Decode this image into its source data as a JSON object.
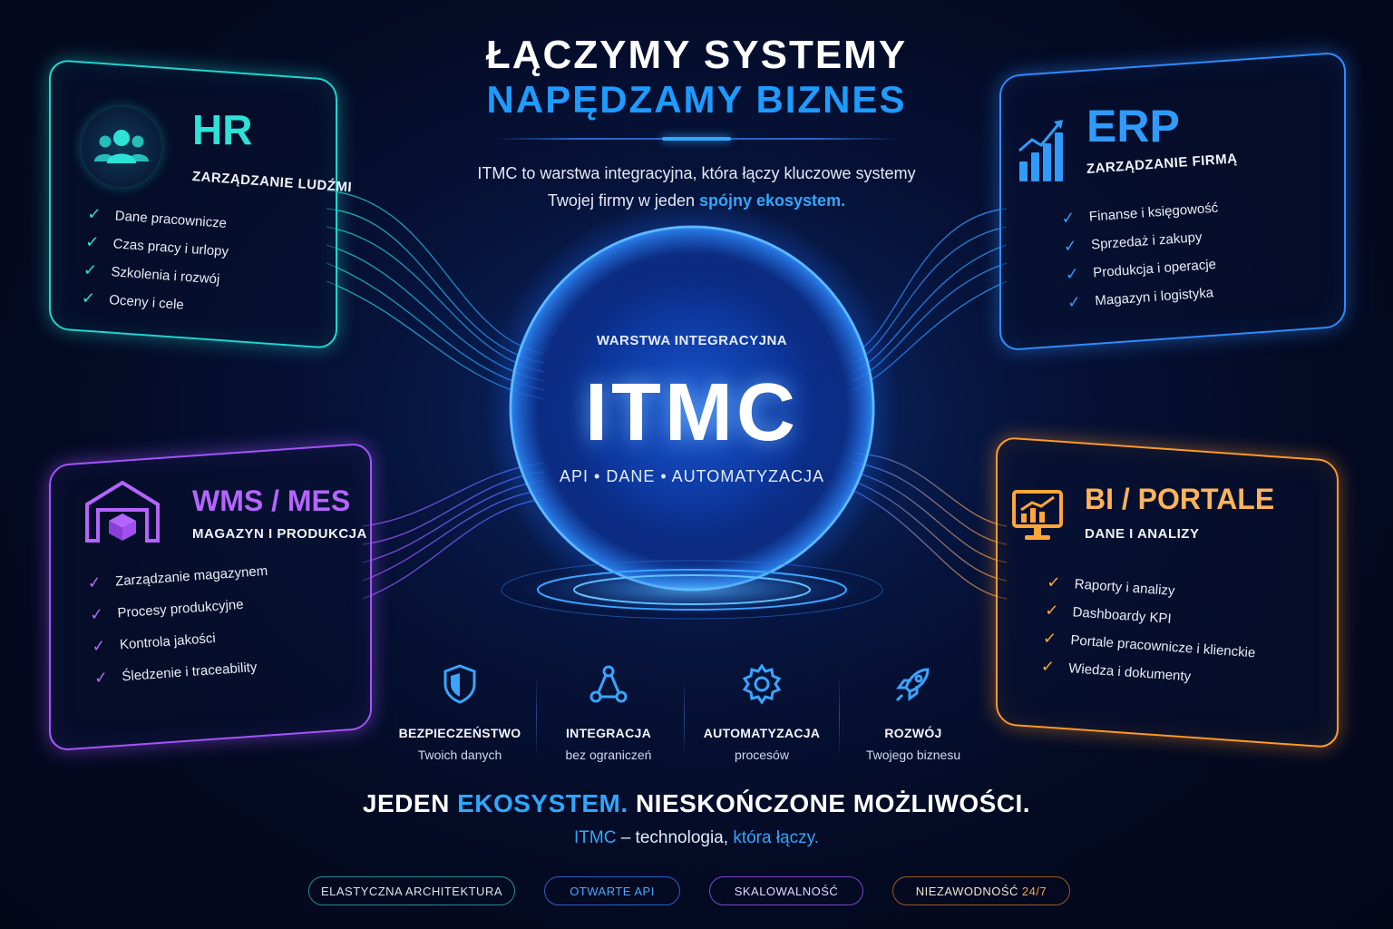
{
  "header": {
    "title_line1": "ŁĄCZYMY SYSTEMY",
    "title_line2": "NAPĘDZAMY BIZNES",
    "intro_line1": "ITMC to warstwa integracyjna, która łączy kluczowe systemy",
    "intro_line2_prefix": "Twojej firmy w jeden",
    "intro_line2_highlight": "spójny ekosystem."
  },
  "panels": {
    "hr": {
      "title": "HR",
      "subtitle": "ZARZĄDZANIE LUDŹMI",
      "icon": "people-icon",
      "color": "#2de2d6",
      "items": [
        "Dane pracownicze",
        "Czas pracy i urlopy",
        "Szkolenia i rozwój",
        "Oceny i cele"
      ]
    },
    "erp": {
      "title": "ERP",
      "subtitle": "ZARZĄDZANIE FIRMĄ",
      "icon": "growth-chart-icon",
      "color": "#2f9bff",
      "items": [
        "Finanse i księgowość",
        "Sprzedaż i zakupy",
        "Produkcja i operacje",
        "Magazyn i logistyka"
      ]
    },
    "wms": {
      "title": "WMS / MES",
      "subtitle": "MAGAZYN I PRODUKCJA",
      "icon": "warehouse-icon",
      "color": "#b565ff",
      "items": [
        "Zarządzanie magazynem",
        "Procesy produkcyjne",
        "Kontrola jakości",
        "Śledzenie i traceability"
      ]
    },
    "bi": {
      "title": "BI / PORTALE",
      "subtitle": "DANE I ANALIZY",
      "icon": "monitor-chart-icon",
      "color": "#ffa638",
      "items": [
        "Raporty i analizy",
        "Dashboardy KPI",
        "Portale pracownicze i klienckie",
        "Wiedza i dokumenty"
      ]
    }
  },
  "core": {
    "label": "WARSTWA INTEGRACYJNA",
    "name": "ITMC",
    "tagline": "API • DANE • AUTOMATYZACJA"
  },
  "features": [
    {
      "icon": "shield-icon",
      "name": "BEZPIECZEŃSTWO",
      "desc": "Twoich danych"
    },
    {
      "icon": "network-icon",
      "name": "INTEGRACJA",
      "desc": "bez ograniczeń"
    },
    {
      "icon": "gear-icon",
      "name": "AUTOMATYZACJA",
      "desc": "procesów"
    },
    {
      "icon": "rocket-icon",
      "name": "ROZWÓJ",
      "desc": "Twojego biznesu"
    }
  ],
  "footer": {
    "slogan_part1": "JEDEN",
    "slogan_highlight": "EKOSYSTEM.",
    "slogan_part2": "NIESKOŃCZONE MOŻLIWOŚCI.",
    "tagline_brand": "ITMC",
    "tagline_middle": "– technologia,",
    "tagline_highlight": "która łączy.",
    "pills": [
      "ELASTYCZNA ARCHITEKTURA",
      "OTWARTE API",
      "SKALOWALNOŚĆ",
      "NIEZAWODNOŚĆ"
    ],
    "pill4_suffix": "24/7"
  },
  "colors": {
    "accent_blue": "#2fa7ff",
    "teal": "#2de2d6",
    "purple": "#b565ff",
    "orange": "#ffa638"
  }
}
